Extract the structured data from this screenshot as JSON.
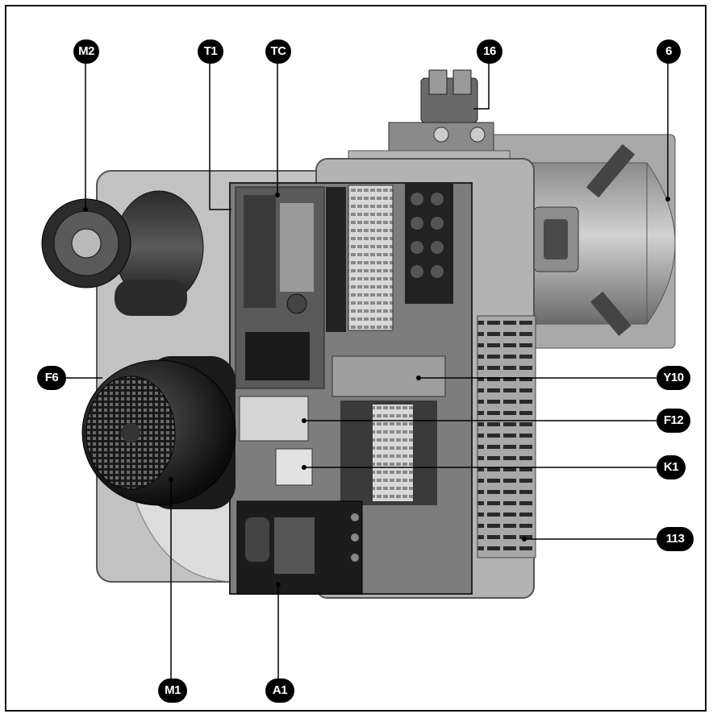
{
  "labels": {
    "M2": "M2",
    "T1": "T1",
    "TC": "TC",
    "n16": "16",
    "n6": "6",
    "F6": "F6",
    "Y10": "Y10",
    "F12": "F12",
    "K1": "K1",
    "n113": "113",
    "M1": "M1",
    "A1": "A1"
  },
  "colors": {
    "badge": "#000000",
    "badge_text": "#ffffff",
    "leader_line": "#000000",
    "frame": "#111111"
  }
}
